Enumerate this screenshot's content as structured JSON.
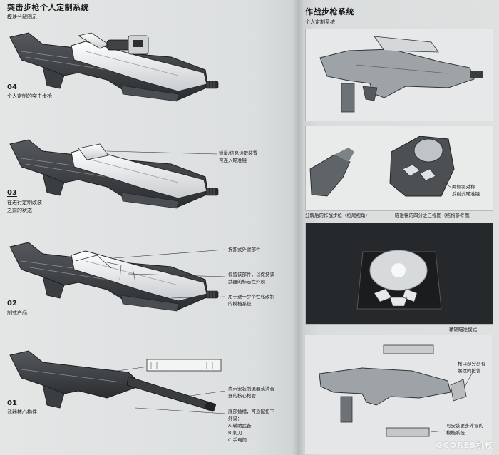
{
  "left_page": {
    "title": "突击步枪个人定制系统",
    "subtitle": "模块分解图示",
    "stages": [
      {
        "number": "04",
        "label_lines": [
          "个人定制的突击步枪"
        ]
      },
      {
        "number": "03",
        "label_lines": [
          "在进行定制改装",
          "之前的状态"
        ]
      },
      {
        "number": "02",
        "label_lines": [
          "制式产品"
        ]
      },
      {
        "number": "01",
        "label_lines": [
          "武器核心构件"
        ]
      }
    ],
    "annotations": {
      "stage03": [
        "弹量/信息读取装置",
        "可连入瞄准镜"
      ],
      "stage02_a": [
        "拆卸式外罩部件"
      ],
      "stage02_b": [
        "保留该部件，以保持该",
        "武器的标志性外观"
      ],
      "stage02_c": [
        "用于进一步个性化改制",
        "的模档系统"
      ],
      "stage01_a": [
        "尚未安装制退器或消音",
        "器的核心枪管"
      ],
      "stage01_b": [
        "底部插槽，可适配如下",
        "外设：",
        "A 辅助武备",
        "B 刺刀",
        "C 手电筒"
      ]
    }
  },
  "right_page": {
    "title": "作战步枪系统",
    "subtitle": "个人定制系统",
    "captions": {
      "scope_note": [
        "两侧需对称",
        "反射式瞄准镜"
      ],
      "split_view": "分解后的作战步枪（枪尾视角）",
      "scope_view": "瞄准镜的四分之三视图（结构参考图）",
      "precise_mode": "精确瞄准模式",
      "muzzle_note": [
        "枪口部分刻有",
        "螺纹的枪管"
      ],
      "rail_note": [
        "可安装更多外设的",
        "模档系统"
      ]
    }
  },
  "watermark": "GCORES机核",
  "colors": {
    "page_left": "#e4e6e6",
    "page_right": "#dfe1e1",
    "ink": "#1a1a1a",
    "gun_dark": "#3a3d40",
    "gun_light": "#f2f3f3"
  }
}
